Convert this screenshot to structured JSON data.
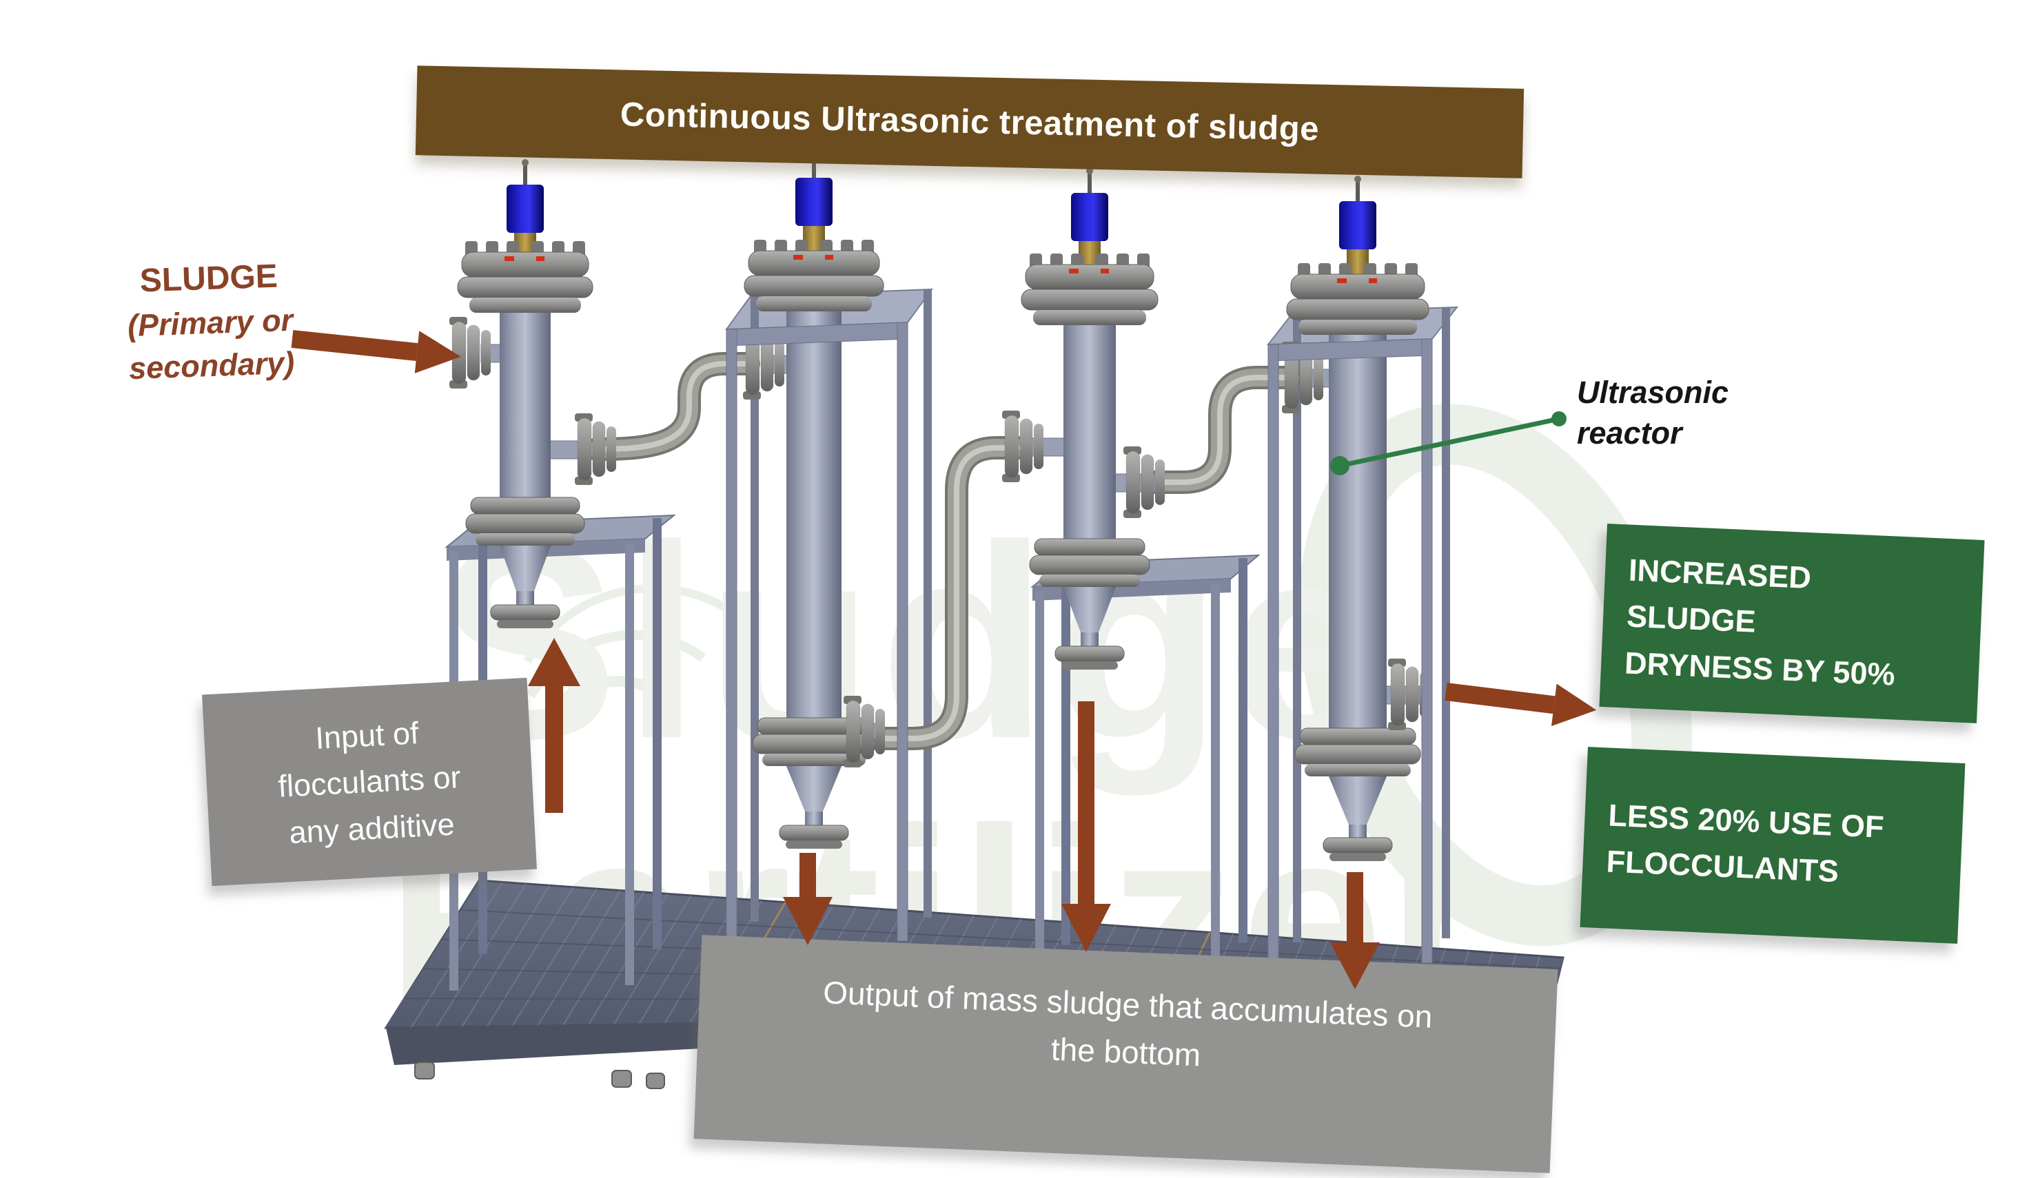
{
  "banner": {
    "label": "Continuous Ultrasonic treatment of sludge",
    "bg_color": "#6a4c1e"
  },
  "annotations": {
    "sludge_input": {
      "line1": "SLUDGE",
      "line2": "(Primary or",
      "line3": "secondary)",
      "text_color": "#8a4227"
    },
    "reactor_pointer": {
      "line1": "Ultrasonic",
      "line2": "reactor",
      "text_color": "#151515",
      "line_color": "#2e7d46"
    },
    "input_box": {
      "line1": "Input of",
      "line2": "flocculants or",
      "line3": "any additive",
      "bg_color": "#8d8b89"
    },
    "output_box": {
      "line1": "Output of mass sludge that accumulates on",
      "line2": "the bottom",
      "bg_color": "#939391"
    },
    "benefit_dryness": {
      "line1": "INCREASED",
      "line2": "SLUDGE",
      "line3": "DRYNESS BY 50%",
      "bg_color": "#2d6b3a"
    },
    "benefit_flocculants": {
      "line1": "LESS 20% USE OF",
      "line2": "FLOCCULANTS",
      "bg_color": "#2d6b3a"
    }
  },
  "watermark": {
    "word1": "Sludge",
    "word2": "Fertilizer"
  },
  "machine": {
    "reactor_count": 4,
    "arrow_color": "#8e3f1d",
    "metal_color": "#9aa0b4",
    "transducer_color": "#2323d6",
    "platform_color": "#5b6274"
  }
}
